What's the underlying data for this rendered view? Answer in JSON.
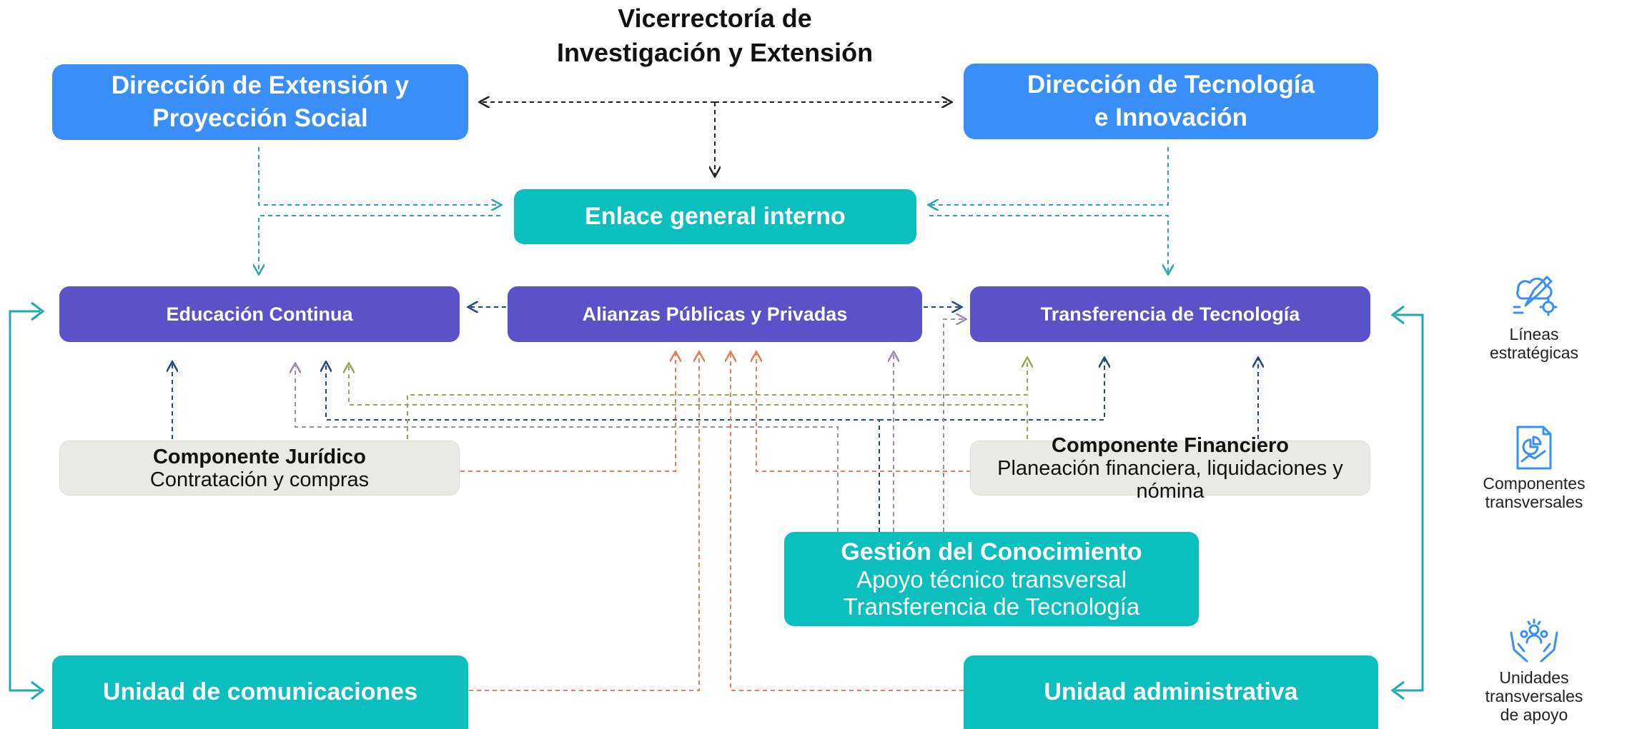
{
  "title": [
    "Vicerrectoría de",
    "Investigación y Extensión"
  ],
  "direccion_extension": [
    "Dirección de Extensión y",
    "Proyección Social"
  ],
  "direccion_tecnologia": [
    "Dirección de Tecnología",
    "e Innovación"
  ],
  "enlace": "Enlace general interno",
  "educacion_continua": "Educación Continua",
  "alianzas": "Alianzas Públicas y Privadas",
  "transferencia": "Transferencia de Tecnología",
  "componente_juridico": {
    "title": "Componente Jurídico",
    "subtitle": "Contratación y compras"
  },
  "componente_financiero": {
    "title": "Componente Financiero",
    "subtitle": "Planeación financiera, liquidaciones y nómina"
  },
  "gestion": {
    "title": "Gestión del Conocimiento",
    "lines": [
      "Apoyo técnico transversal",
      "Transferencia de Tecnología"
    ]
  },
  "unidad_comunicaciones": "Unidad de comunicaciones",
  "unidad_administrativa": "Unidad administrativa",
  "legend": [
    {
      "icon": "strategy-lines-icon",
      "label": [
        "Líneas",
        "estratégicas"
      ]
    },
    {
      "icon": "document-chart-icon",
      "label": [
        "Componentes",
        "transversales"
      ]
    },
    {
      "icon": "team-hands-icon",
      "label": [
        "Unidades transversales",
        "de apoyo"
      ]
    }
  ],
  "colors": {
    "blue": "#3a8ef8",
    "teal": "#0bbfbe",
    "purple": "#5a52c9",
    "grey": "#eaeae5",
    "dark_line": "#222222",
    "teal_line": "#2aa7b0",
    "navy_line": "#24497a",
    "orange_line": "#e4825a",
    "olive_line": "#9ca45a",
    "mauve_line": "#a08ab0",
    "icon_blue": "#3a8ef8"
  }
}
